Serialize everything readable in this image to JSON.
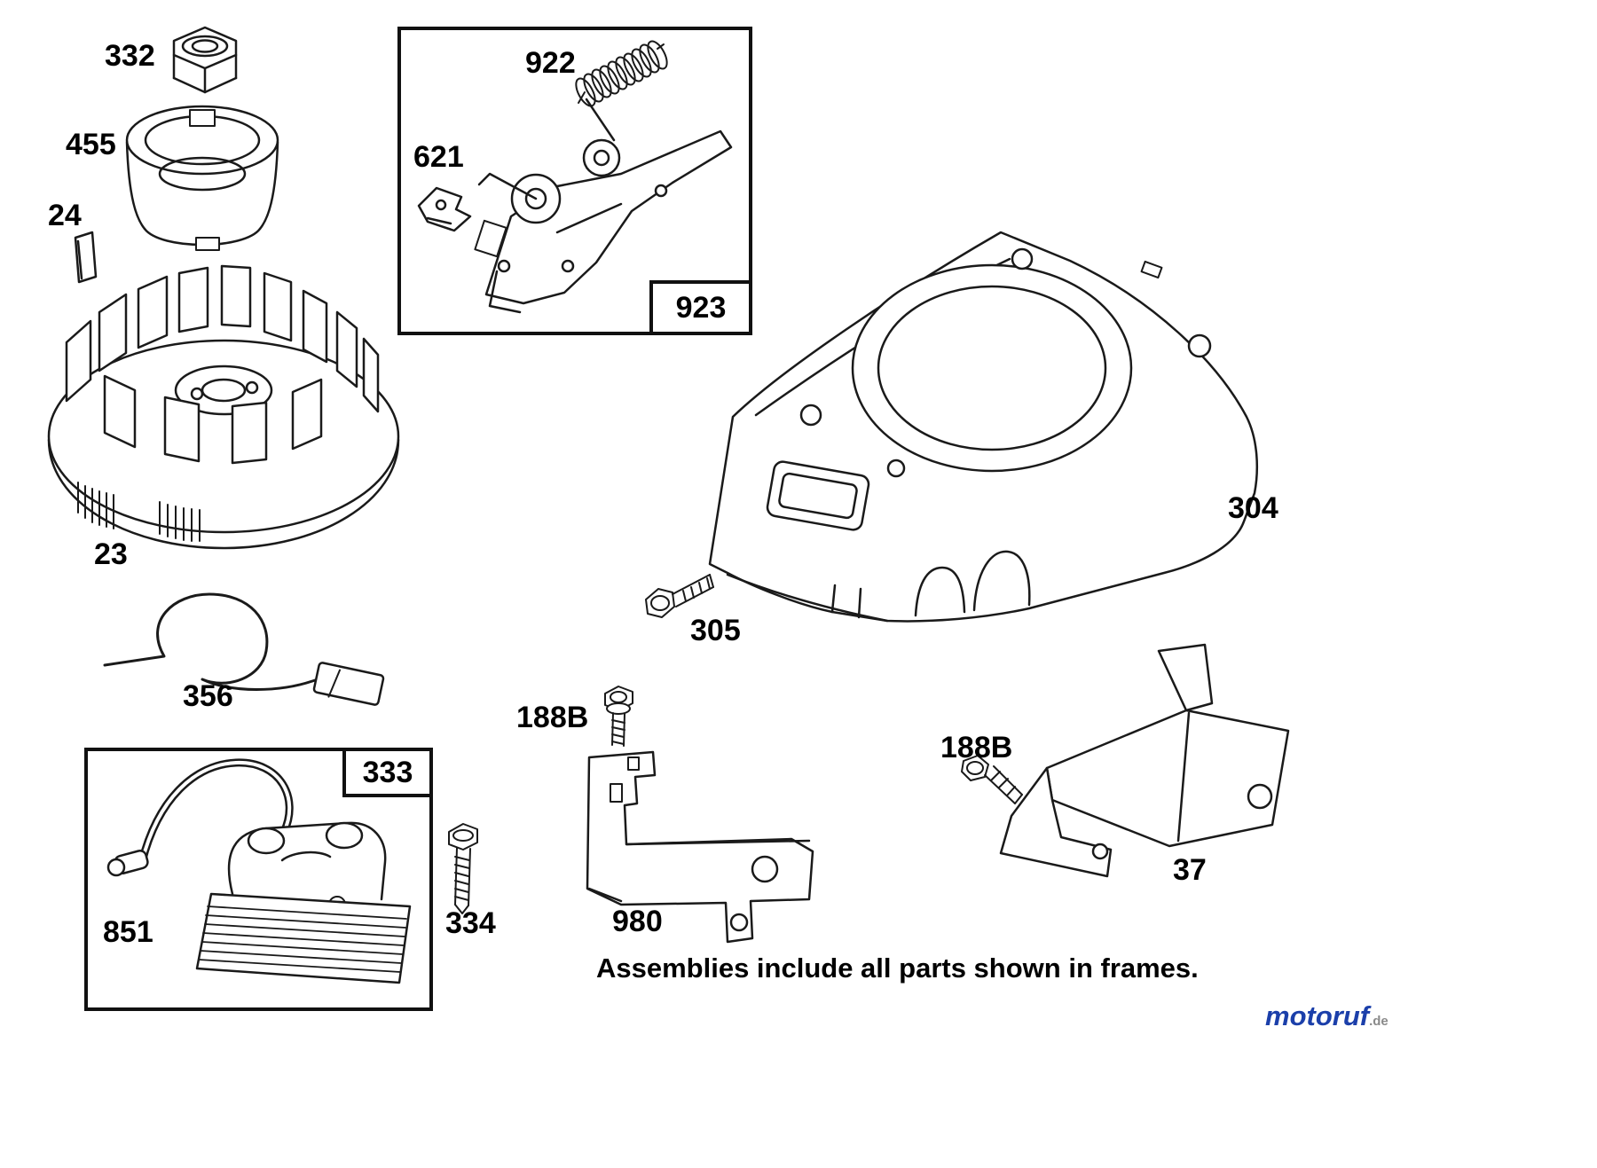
{
  "diagram": {
    "footer_note": "Assemblies include all parts shown in frames.",
    "brand": {
      "name": "motoruf",
      "tld": ".de"
    },
    "labels": {
      "p332": "332",
      "p455": "455",
      "p24": "24",
      "p23": "23",
      "p922": "922",
      "p621": "621",
      "p923": "923",
      "p304": "304",
      "p305": "305",
      "p356": "356",
      "p333": "333",
      "p851": "851",
      "p334": "334",
      "p188B": "188B",
      "p980": "980",
      "p37": "37"
    },
    "colors": {
      "line": "#1a1a1a",
      "brand_blue": "#1b3faa"
    }
  }
}
